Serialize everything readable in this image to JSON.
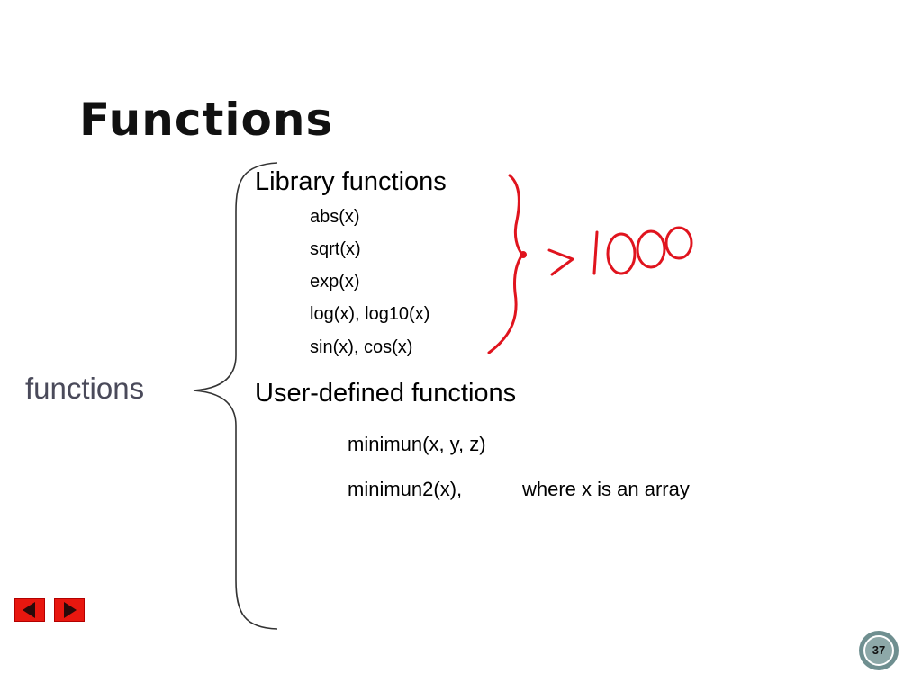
{
  "title": "Functions",
  "left_label": "functions",
  "library": {
    "heading": "Library functions",
    "items": [
      "abs(x)",
      "sqrt(x)",
      "exp(x)",
      "log(x), log10(x)",
      "sin(x), cos(x)"
    ]
  },
  "annotation": {
    "text": "> 1000",
    "color": "#e0141e"
  },
  "user_defined": {
    "heading": "User-defined functions",
    "items": [
      "minimun(x, y, z)",
      "minimun2(x),"
    ],
    "note": "where x is an array"
  },
  "navigation": {
    "prev_icon": "left-triangle-icon",
    "next_icon": "right-triangle-icon",
    "button_color": "#e8170f"
  },
  "page_number": "37"
}
